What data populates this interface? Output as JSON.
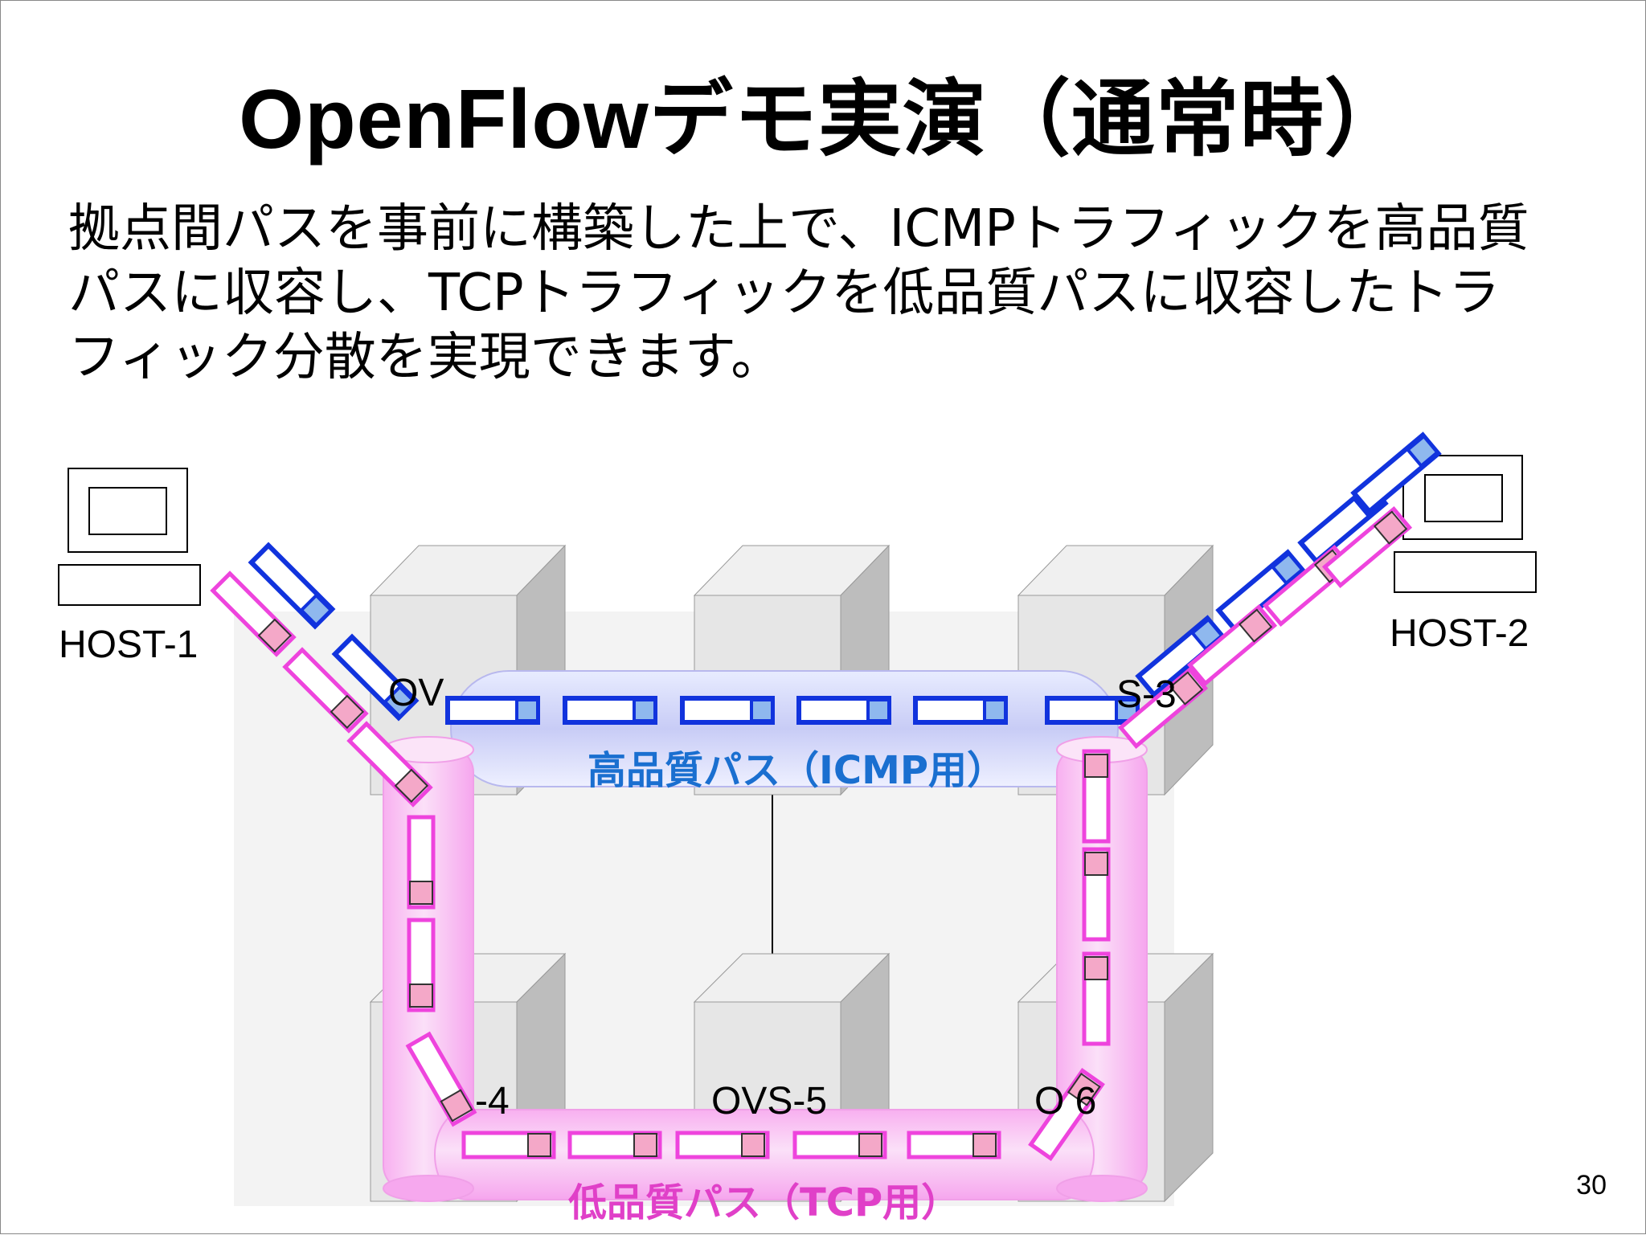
{
  "slide": {
    "title": "OpenFlowデモ実演（通常時）",
    "body_lines": [
      "拠点間パスを事前に構築した上で、ICMPトラフィックを高品質",
      "パスに収容し、TCPトラフィックを低品質パスに収容したトラ",
      "フィック分散を実現できます。"
    ],
    "page_number": "30"
  },
  "diagram": {
    "hosts": [
      {
        "id": "host-1",
        "label": "HOST-1"
      },
      {
        "id": "host-2",
        "label": "HOST-2"
      }
    ],
    "switch_labels": {
      "ovs1": "OV",
      "ovs3": "S-3",
      "ovs4": "-4",
      "ovs5": "OVS-5",
      "ovs6": "O     6"
    },
    "paths": {
      "high": {
        "label": "高品質パス（ICMP用）",
        "color": "#1a6fd0",
        "protocol": "ICMP"
      },
      "low": {
        "label": "低品質パス（TCP用）",
        "color": "#e040c8",
        "protocol": "TCP"
      }
    },
    "colors": {
      "packet_blue_border": "#1133dd",
      "packet_blue_fill": "#8fb8ee",
      "packet_pink_border": "#ee44dd",
      "packet_pink_fill": "#f4a8c8",
      "server_face": "#e6e6e6",
      "server_side": "#bdbdbd"
    }
  }
}
